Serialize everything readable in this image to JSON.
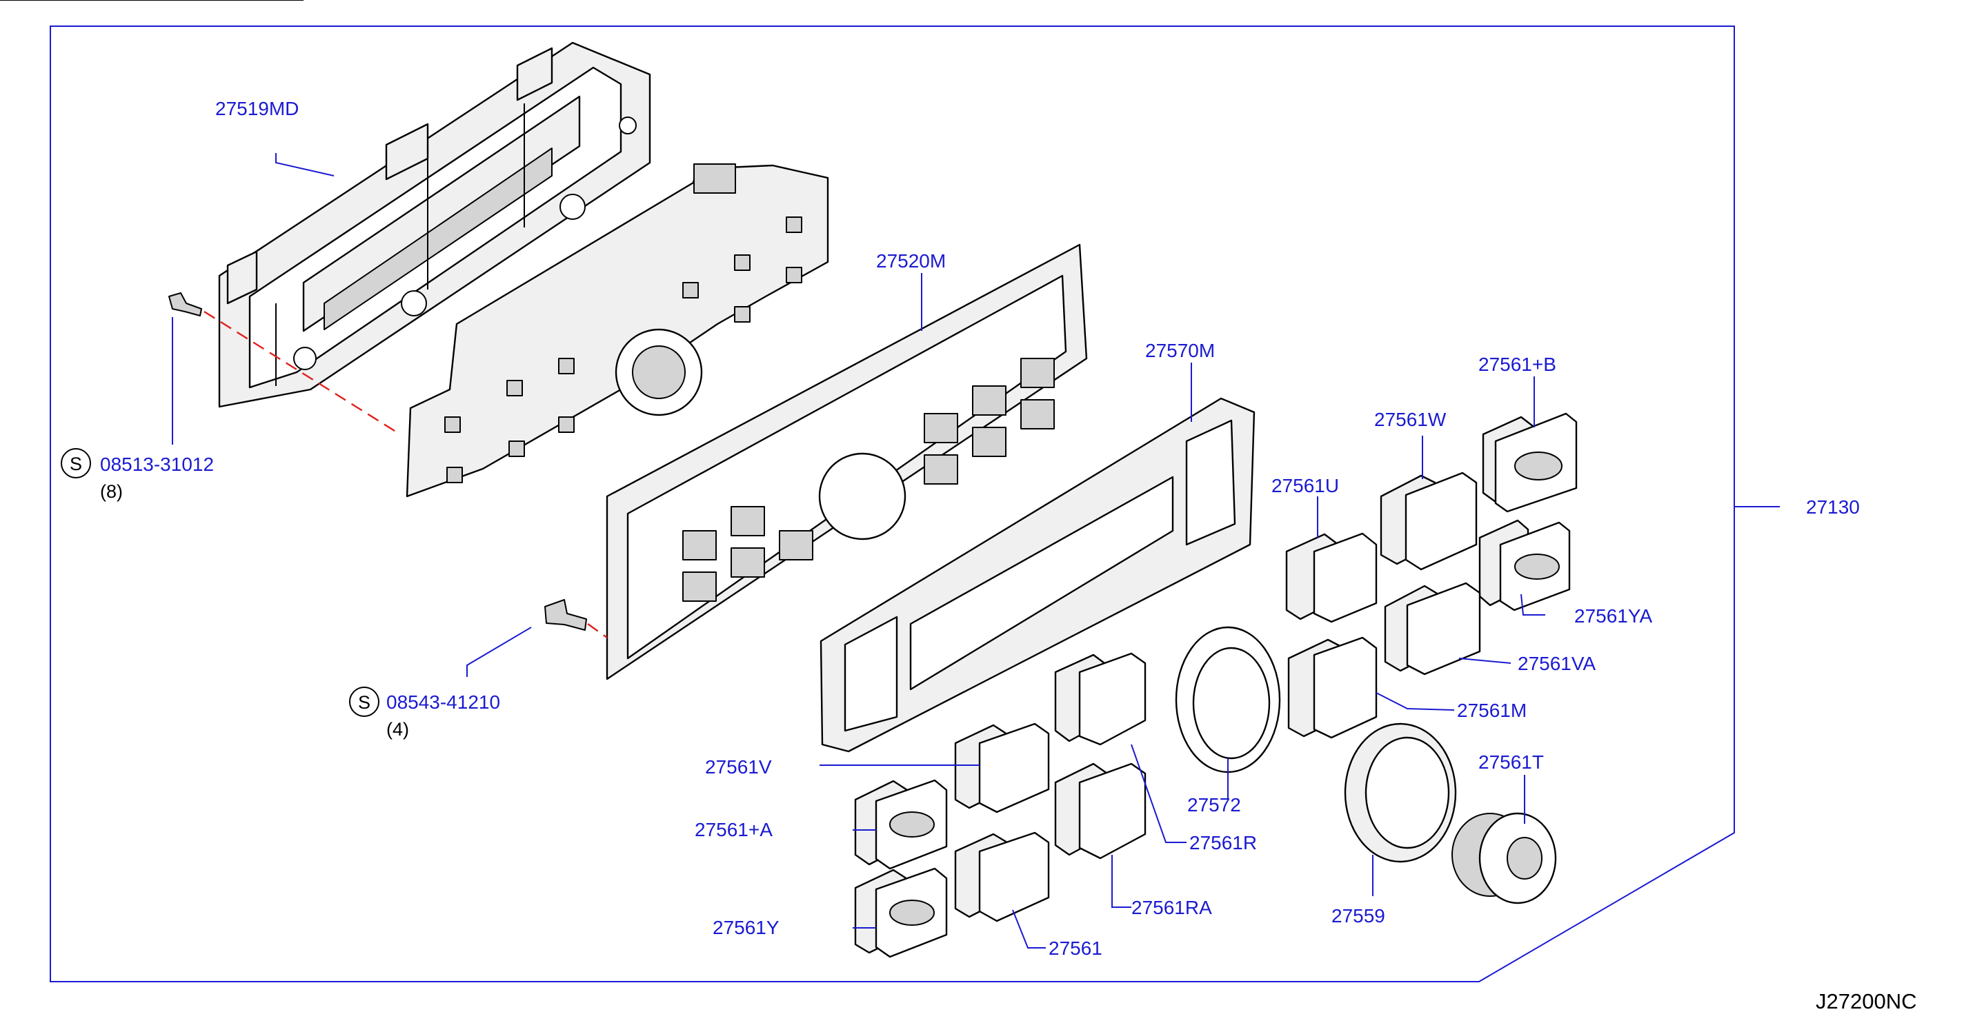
{
  "diagram_id": "J27200NC",
  "assembly_part": "27130",
  "parts": {
    "p27519MD": "27519MD",
    "p27520M": "27520M",
    "p27570M": "27570M",
    "p27561B": "27561+B",
    "p27561W": "27561W",
    "p27561U": "27561U",
    "p27561YA": "27561YA",
    "p27561VA": "27561VA",
    "p27561M": "27561M",
    "p27561T": "27561T",
    "p27561V": "27561V",
    "p27561A": "27561+A",
    "p27561Y": "27561Y",
    "p27561": "27561",
    "p27561R": "27561R",
    "p27561RA": "27561RA",
    "p27572": "27572",
    "p27559": "27559"
  },
  "screws": [
    {
      "symbol": "S",
      "part": "08513-31012",
      "qty": "(8)"
    },
    {
      "symbol": "S",
      "part": "08543-41210",
      "qty": "(4)"
    }
  ],
  "colors": {
    "label": "#1a1ad2",
    "outline": "#000000",
    "dashed_line": "#e0201c"
  }
}
